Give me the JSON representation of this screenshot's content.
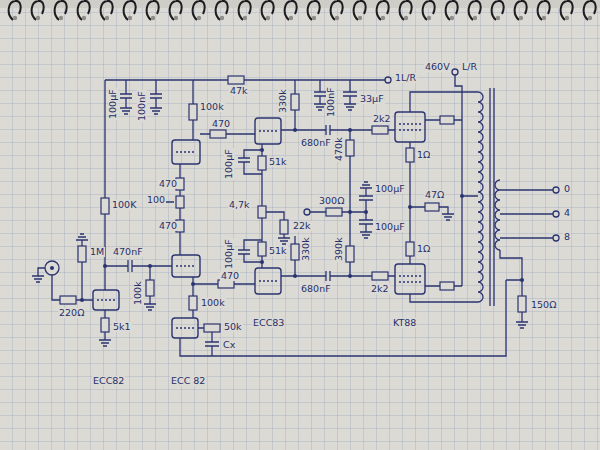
{
  "diagram": {
    "labels": [
      "1L/R",
      "460V",
      "L/R",
      "47k",
      "100nF",
      "33µF",
      "100µF",
      "100nF",
      "100k",
      "470",
      "100µF",
      "330k",
      "51k",
      "680nF",
      "2k2",
      "470k",
      "100µF",
      "1Ω",
      "100K",
      "470",
      "100",
      "470",
      "4,7k",
      "22k",
      "300Ω",
      "100µF",
      "47Ω",
      "100µF",
      "51k",
      "330k",
      "680nF",
      "390k",
      "1Ω",
      "2k2",
      "1M",
      "470nF",
      "220Ω",
      "100k",
      "5k1",
      "470",
      "100k",
      "50k",
      "Cx",
      "ECC82",
      "ECC 82",
      "ECC83",
      "KT88",
      "0",
      "4",
      "8",
      "150Ω"
    ]
  }
}
